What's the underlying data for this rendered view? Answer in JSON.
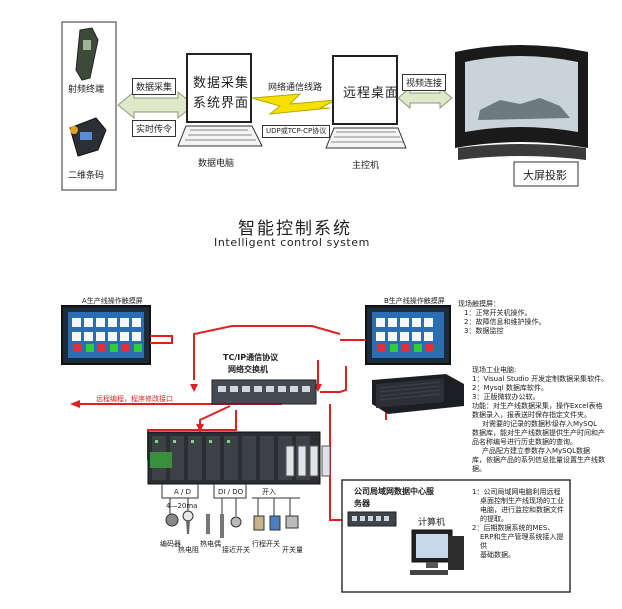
{
  "top": {
    "rfid_terminal": "射频终端",
    "barcode_scanner": "二维条码",
    "data_collection": "数据采集",
    "realtime_command": "实时传令",
    "data_ui_line1": "数据采集",
    "data_ui_line2": "系统界面",
    "data_pc": "数据电脑",
    "network_line": "网络通信线路",
    "protocol": "UDP或TCP-CP协议",
    "remote_desktop": "远程桌面",
    "host": "主控机",
    "video_link": "视频连接",
    "big_screen": "大屏投影"
  },
  "title": {
    "cn": "智能控制系统",
    "en": "Intelligent control system"
  },
  "bottom": {
    "screen_a": "A生产线操作触摸屏",
    "screen_b": "B生产线操作触摸屏",
    "switch_l1": "TC/IP通信协议",
    "switch_l2": "网络交换机",
    "remote_arrow": "远程编程，程序修改接口",
    "site_screen_title": "现场触摸屏：",
    "site_screen_items": [
      "1：正常开关机操作。",
      "2：故障信息和维护操作。",
      "3：数据监控"
    ],
    "pc_title": "现场工业电脑:",
    "pc_items": [
      "1：Visual Studio 开发定制数据采集软件。",
      "2：Mysql 数据库软件。",
      "3：正版微软办公软。",
      "功能：对生产线数据采集，操作Excel表格",
      "数据录入，报表送时保存指定文件夹。",
      "对需要的记录的数据秒级存入MySQL",
      "数据库，能对生产线数据提供生产时间和产",
      "品名称编号进行历史数据的查询。",
      "产品配方建立参数存入MySQL数据",
      "库，依据产品的系列信息批量设置生产线数",
      "据。"
    ],
    "io_labels": [
      "A / D",
      "4—20ma",
      "DI / DO",
      "开入"
    ],
    "sensors": [
      "编码器",
      "热电阻",
      "热电偶",
      "接近开关",
      "行程开关",
      "开关量"
    ],
    "center_title_l1": "公司局域网数据中心服",
    "center_title_l2": "务器",
    "computer": "计算机",
    "center_items": [
      "1：公司局域网电脑利用远程",
      "桌面控制生产线现场的工业",
      "电脑，进行监控和数据文件",
      "的提取。",
      "2：后期数据系统的MES、",
      "ERP和生产管理系统接入提供",
      "基础数据。"
    ]
  },
  "colors": {
    "arrow_red": "#e02020",
    "bolt_yellow": "#f5e000",
    "hollow_arrow": "#dfe8c8"
  }
}
